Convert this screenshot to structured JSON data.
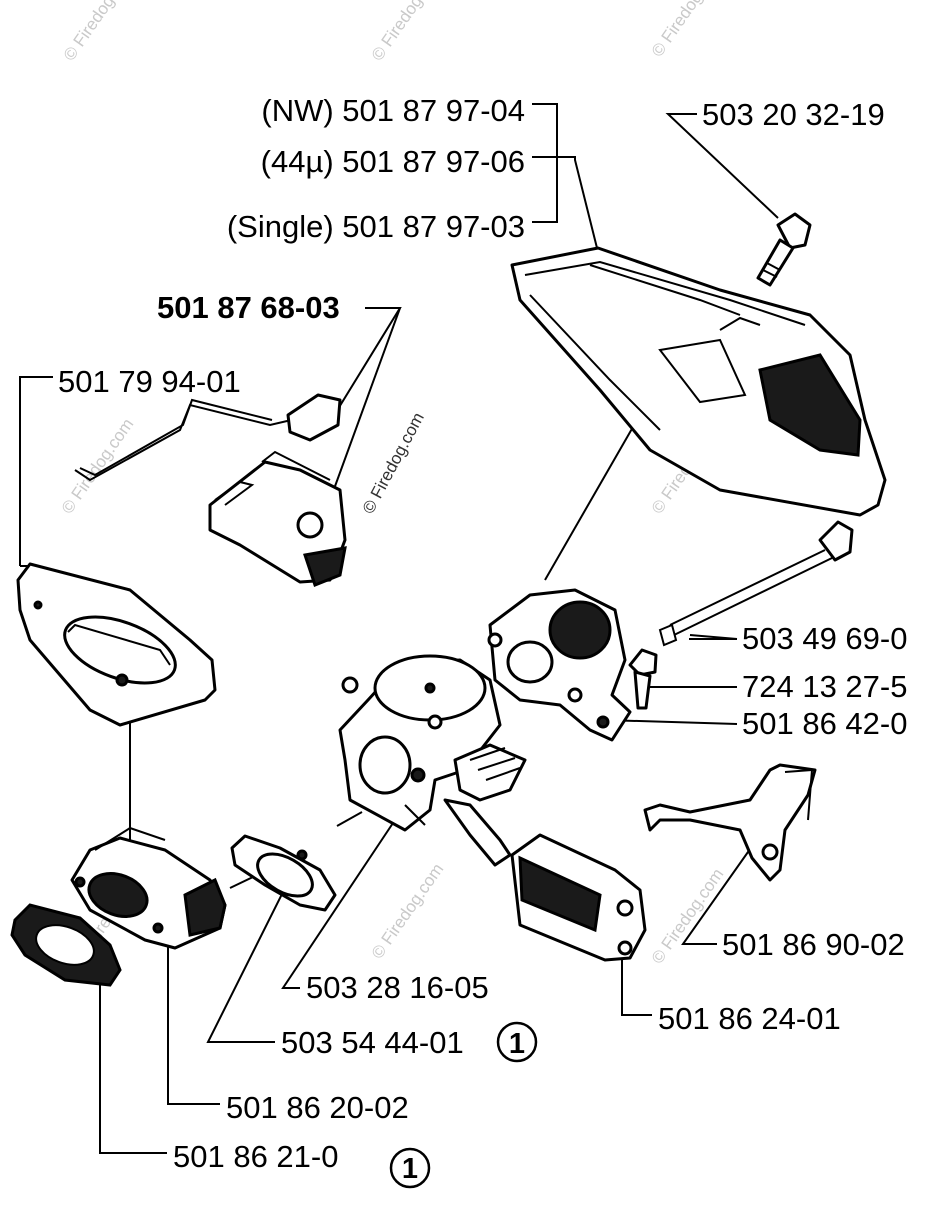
{
  "labels": {
    "nw": "(NW) 501 87 97-04",
    "mu44": "(44µ) 501 87 97-06",
    "single": "(Single) 501 87 97-03",
    "bolt": "503 20 32-19",
    "choke_assembly": "501 87 68-03",
    "gasket_plate": "501 79 94-01",
    "long_screw": "503 49 69-0",
    "screw_small": "724 13 27-5",
    "carb_holder": "501 86 42-0",
    "choke_lever": "501 86 90-02",
    "carb_gasket": "503 28 16-05",
    "intake_gasket": "503 54 44-01",
    "insulator_block": "501 86 24-01",
    "intake_manifold": "501 86 20-02",
    "flange_gasket": "501 86 21-0"
  },
  "callouts": {
    "circle_1a": "1",
    "circle_1b": "1"
  },
  "watermark": "© Firedog.com"
}
